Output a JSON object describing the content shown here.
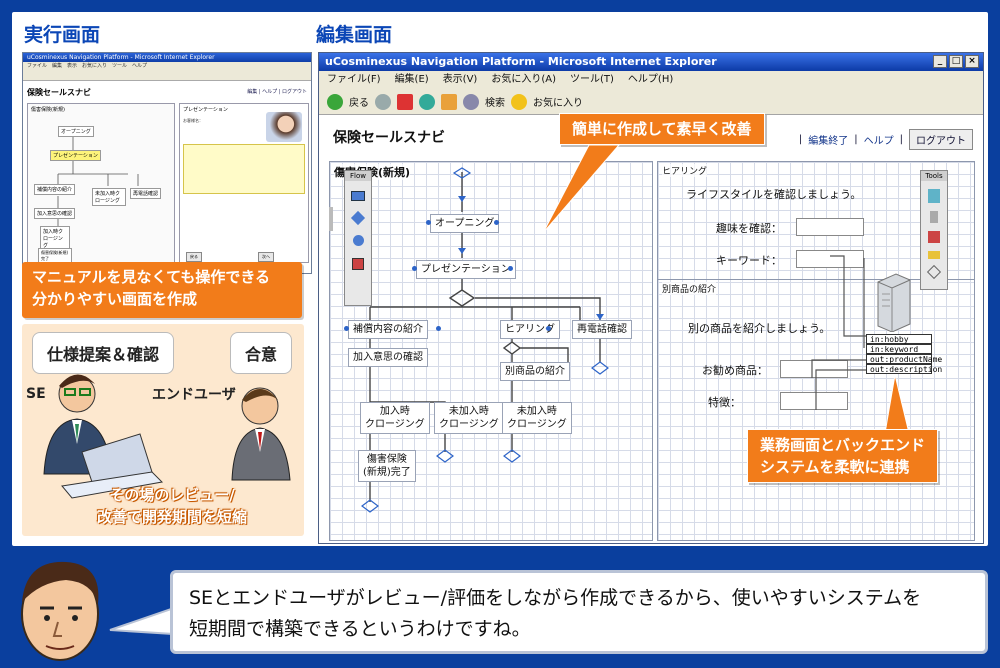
{
  "sections": {
    "exec_title": "実行画面",
    "edit_title": "編集画面"
  },
  "small_screen": {
    "window_title": "uCosminexus Navigation Platform - Microsoft Internet Explorer",
    "app_title": "保険セールスナビ",
    "left_label": "傷害保険(新規)",
    "right_label": "プレゼンテーション",
    "nodes": [
      "オープニング",
      "プレゼンテーション",
      "補償内容の紹介",
      "未加入時クロージング",
      "再電話確認",
      "加入意思の確認",
      "加入時クロージング",
      "傷害保険(新規)完了"
    ]
  },
  "notes": {
    "manual": [
      "マニュアルを見なくても操作できる",
      "分かりやすい画面を作成"
    ],
    "bubble_spec": "仕様提案＆確認",
    "bubble_agree": "合意",
    "se_label": "SE",
    "user_label": "エンドユーザ",
    "review": [
      "その場のレビュー/",
      "改善で開発期間を短縮"
    ]
  },
  "big_screen": {
    "window_title": "uCosminexus Navigation Platform - Microsoft Internet Explorer",
    "menu": [
      "ファイル(F)",
      "編集(E)",
      "表示(V)",
      "お気に入り(A)",
      "ツール(T)",
      "ヘルプ(H)"
    ],
    "toolbar": {
      "back": "戻る",
      "search": "検索",
      "favorites": "お気に入り"
    },
    "app_title": "保険セールスナビ",
    "links": [
      "編集終了",
      "ヘルプ"
    ],
    "logout": "ログアウト",
    "flow_label": "傷害保険(新規)",
    "palette_flow": "Flow",
    "palette_tools": "Tools",
    "flow_nodes": {
      "opening": "オープニング",
      "presentation": "プレゼンテーション",
      "coverage": "補償内容の紹介",
      "hearing": "ヒアリング",
      "recall": "再電話確認",
      "intent": "加入意思の確認",
      "other_product": "別商品の紹介",
      "join_close_1": "加入時",
      "join_close_2": "クロージング",
      "unjoin_close_1": "未加入時",
      "unjoin_close_2": "クロージング",
      "done_1": "傷害保険",
      "done_2": "(新規)完了"
    },
    "hearing_panel": {
      "label": "ヒアリング",
      "line1": "ライフスタイルを確認しましょう。",
      "hobby": "趣味を確認：",
      "keyword": "キーワード："
    },
    "other_panel": {
      "label": "別商品の紹介",
      "line1": "別の商品を紹介しましょう。",
      "recommend": "お勧め商品：",
      "feature": "特徴："
    },
    "ports": [
      "in:hobby",
      "in:keyword",
      "out:productName",
      "out:description"
    ]
  },
  "callouts": {
    "quick": "簡単に作成して素早く改善",
    "backend": [
      "業務画面とバックエンド",
      "システムを柔軟に連携"
    ]
  },
  "speech": [
    "SEとエンドユーザがレビュー/評価をしながら作成できるから、使いやすいシステムを",
    "短期間で構築できるというわけですね。"
  ],
  "colors": {
    "accent_orange": "#f27c1a",
    "frame_blue": "#0a3f9e",
    "title_blue": "#0b46b6"
  }
}
